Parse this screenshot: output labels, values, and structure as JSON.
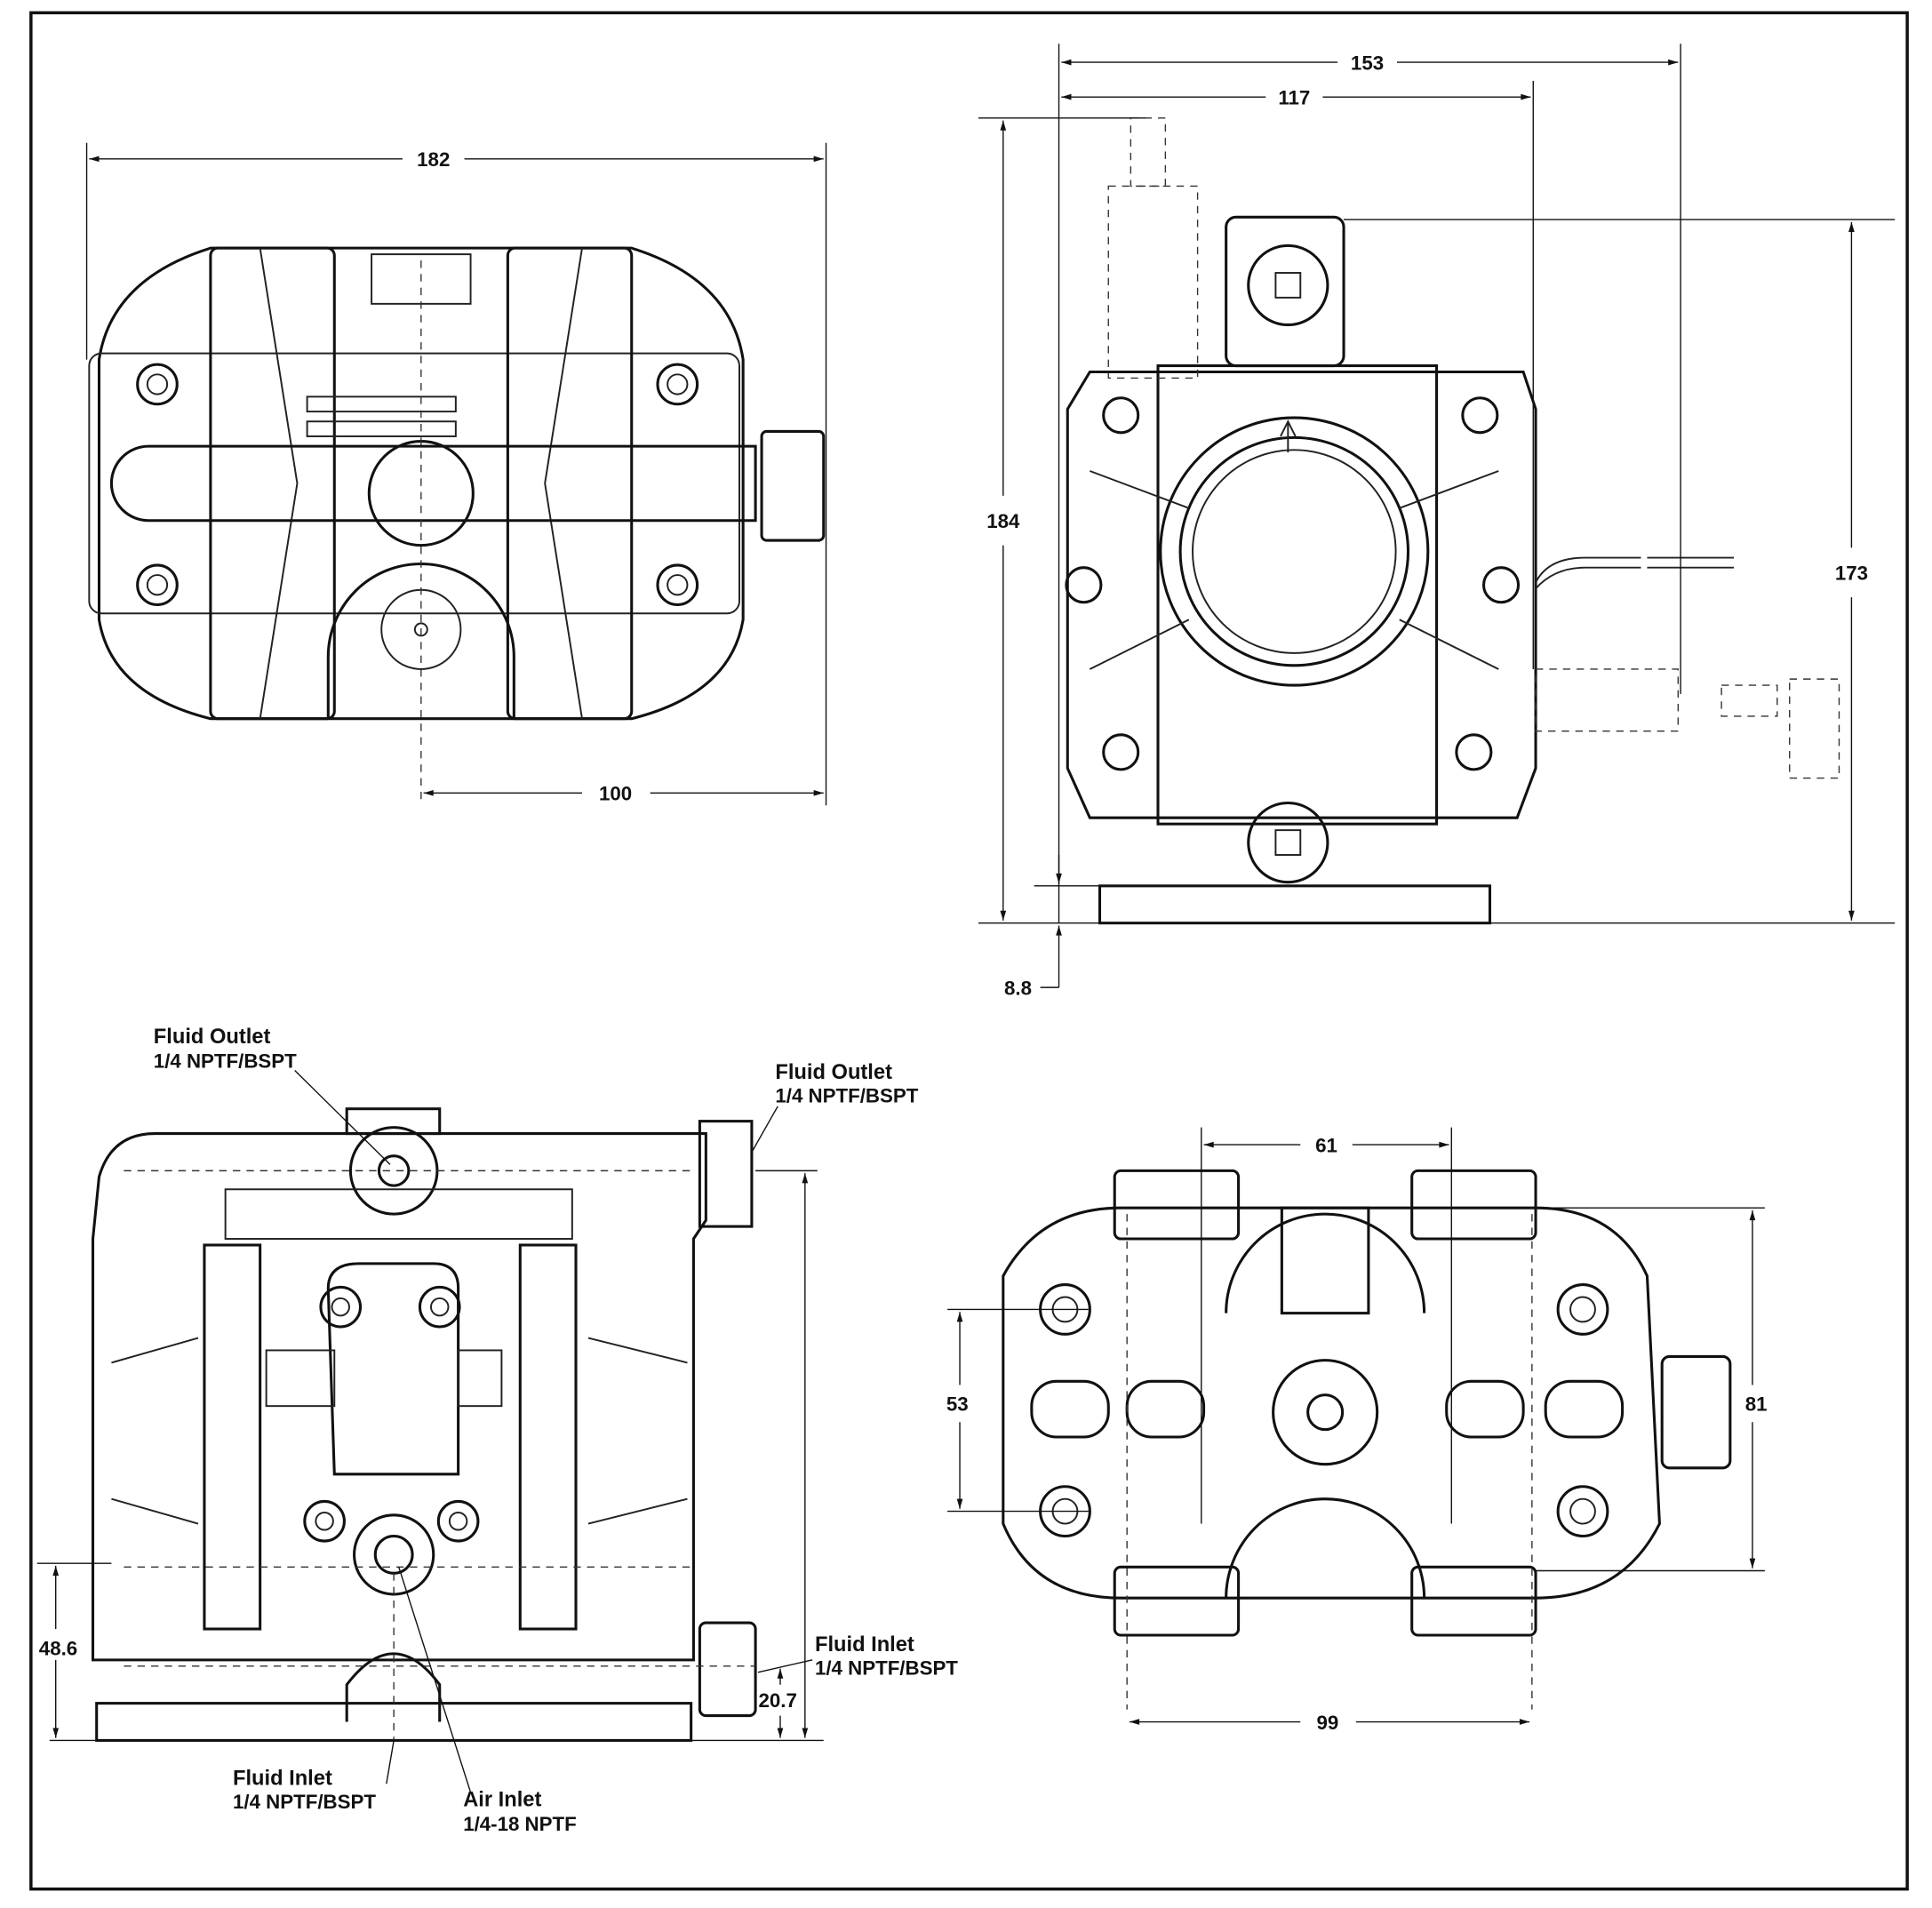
{
  "dimensions": {
    "top_view_width": "182",
    "top_view_offset": "100",
    "side_width_overall": "153",
    "side_width_body": "117",
    "side_height_overall": "184",
    "side_height_body": "173",
    "base_height": "8.8",
    "front_inlet_height": "48.6",
    "front_side_inlet_height": "20.7",
    "bottom_hole_spacing": "61",
    "bottom_vertical_spacing": "53",
    "bottom_vertical_outer": "81",
    "bottom_width": "99"
  },
  "labels": {
    "fluid_outlet_top": {
      "title": "Fluid Outlet",
      "spec": "1/4 NPTF/BSPT"
    },
    "fluid_outlet_side": {
      "title": "Fluid Outlet",
      "spec": "1/4 NPTF/BSPT"
    },
    "fluid_inlet_side": {
      "title": "Fluid Inlet",
      "spec": "1/4 NPTF/BSPT"
    },
    "fluid_inlet_bottom": {
      "title": "Fluid Inlet",
      "spec": "1/4 NPTF/BSPT"
    },
    "air_inlet": {
      "title": "Air Inlet",
      "spec": "1/4-18 NPTF"
    }
  }
}
